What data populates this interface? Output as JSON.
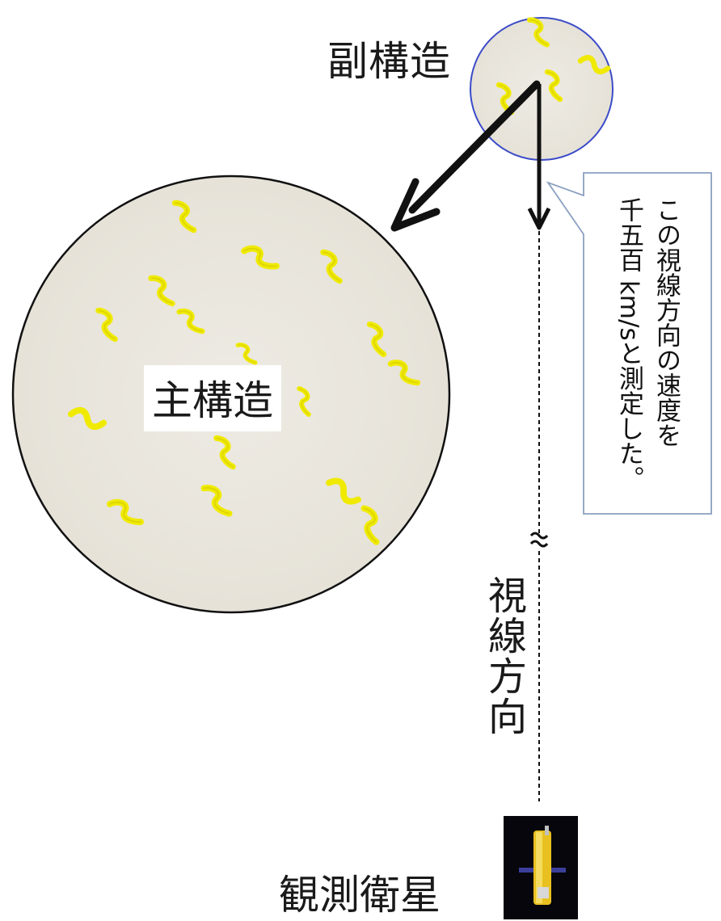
{
  "labels": {
    "sub_structure": "副構造",
    "main_structure": "主構造",
    "line_of_sight": "視線方向",
    "satellite": "観測衛星"
  },
  "callout": {
    "line1": "この視線方向の速度を",
    "line2": "千五百 km/sと測定した。"
  },
  "colors": {
    "main_circle_fill": "#ebe8e0",
    "sub_circle_border": "#3b4bc8",
    "particle": "#f0ea00",
    "arrow": "#111111",
    "callout_border": "#8aa0c0"
  }
}
